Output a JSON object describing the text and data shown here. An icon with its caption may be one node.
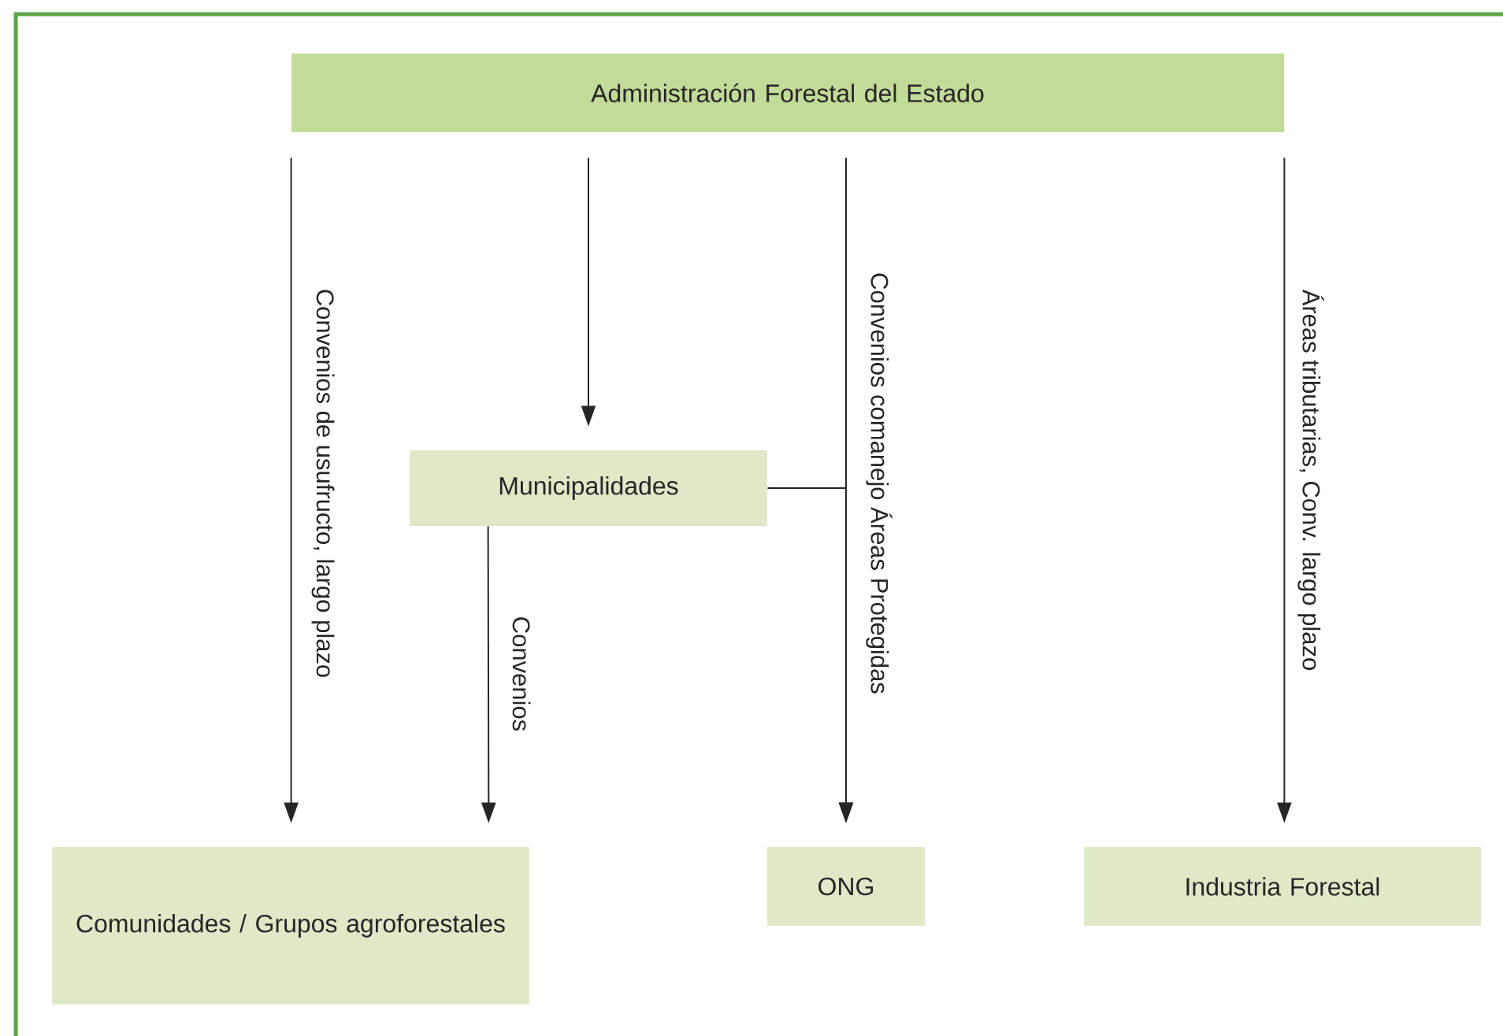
{
  "diagram": {
    "nodes": [
      {
        "text": [
          "Administración Forestal del Estado"
        ]
      },
      {
        "text": [
          "Municipalidades"
        ]
      },
      {
        "text": [
          "Comunidades / Grupos agroforestales"
        ]
      },
      {
        "text": [
          "ONG"
        ]
      },
      {
        "text": [
          "Industria Forestal"
        ]
      }
    ],
    "edges": [
      {
        "from": 0,
        "to": 2,
        "arrow": "to",
        "label": "Convenios de usufructo, largo plazo"
      },
      {
        "from": 0,
        "to": 1,
        "arrow": "to"
      },
      {
        "from": 0,
        "to": 3,
        "arrow": "to",
        "label": "Convenios comanejo Áreas Protegidas"
      },
      {
        "from": 1,
        "to": 3,
        "arrow": "to"
      },
      {
        "from": 1,
        "to": 2,
        "arrow": "to",
        "label": "Convenios"
      },
      {
        "from": 0,
        "to": 4,
        "arrow": "to",
        "label": "Áreas tributarias, Conv. largo plazo"
      }
    ]
  }
}
